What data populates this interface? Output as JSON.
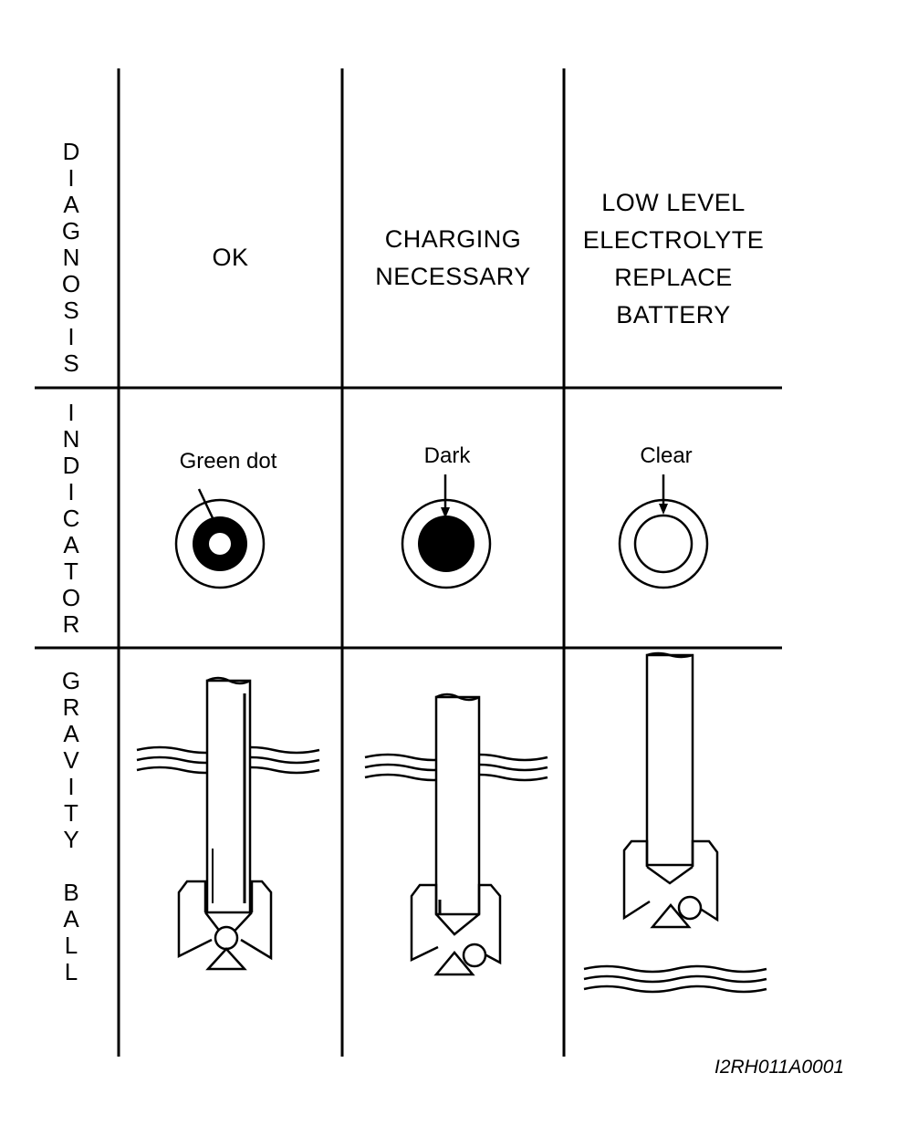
{
  "row_labels": {
    "diagnosis": "D\nI\nA\nG\nN\nO\nS\nI\nS",
    "indicator": "I\nN\nD\nI\nC\nA\nT\nO\nR",
    "gravity_ball": "G\nR\nA\nV\nI\nT\nY\n\nB\nA\nL\nL"
  },
  "diagnosis": {
    "ok": "OK",
    "charging": "CHARGING\nNECESSARY",
    "low_level": "LOW LEVEL\nELECTROLYTE\nREPLACE\nBATTERY"
  },
  "indicator": {
    "green_dot": "Green dot",
    "dark": "Dark",
    "clear": "Clear"
  },
  "figure_id": "I2RH011A0001"
}
